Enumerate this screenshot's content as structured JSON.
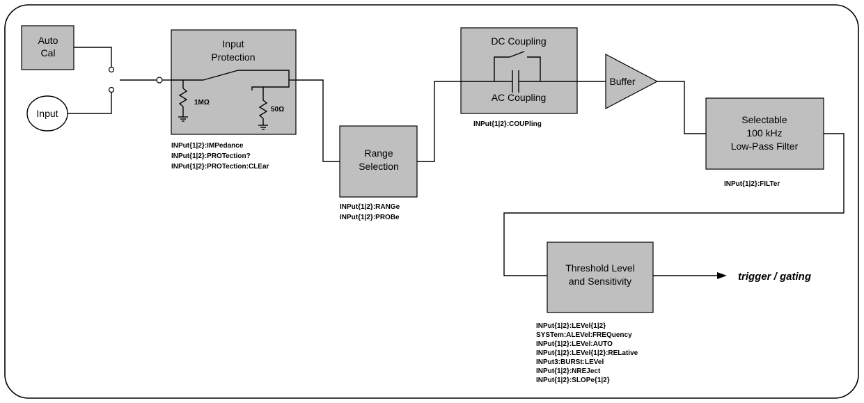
{
  "blocks": {
    "auto_cal": [
      "Auto",
      "Cal"
    ],
    "input": "Input",
    "input_protection": [
      "Input",
      "Protection"
    ],
    "resistor_1m": "1MΩ",
    "resistor_50": "50Ω",
    "range_selection": [
      "Range",
      "Selection"
    ],
    "dc_coupling": "DC Coupling",
    "ac_coupling": "AC Coupling",
    "buffer": "Buffer",
    "filter": [
      "Selectable",
      "100 kHz",
      "Low-Pass Filter"
    ],
    "threshold": [
      "Threshold Level",
      "and Sensitivity"
    ],
    "output": "trigger / gating"
  },
  "commands": {
    "protection": [
      "INPut{1|2}:IMPedance",
      "INPut{1|2}:PROTection?",
      "INPut{1|2}:PROTection:CLEar"
    ],
    "range": [
      "INPut{1|2}:RANGe",
      "INPut{1|2}:PROBe"
    ],
    "coupling": [
      "INPut{1|2}:COUPling"
    ],
    "filter": [
      "INPut{1|2}:FILTer"
    ],
    "threshold": [
      "INPut{1|2}:LEVel{1|2}",
      "SYSTem:ALEVel:FREQuency",
      "INPut{1|2}:LEVel:AUTO",
      "INPut{1|2}:LEVel{1|2}:RELative",
      "INPut3:BURSt:LEVel",
      "INPut{1|2}:NREJect",
      "INPut{1|2}:SLOPe{1|2}"
    ]
  },
  "colors": {
    "block_fill": "#bfbfbf",
    "line": "#000000"
  }
}
